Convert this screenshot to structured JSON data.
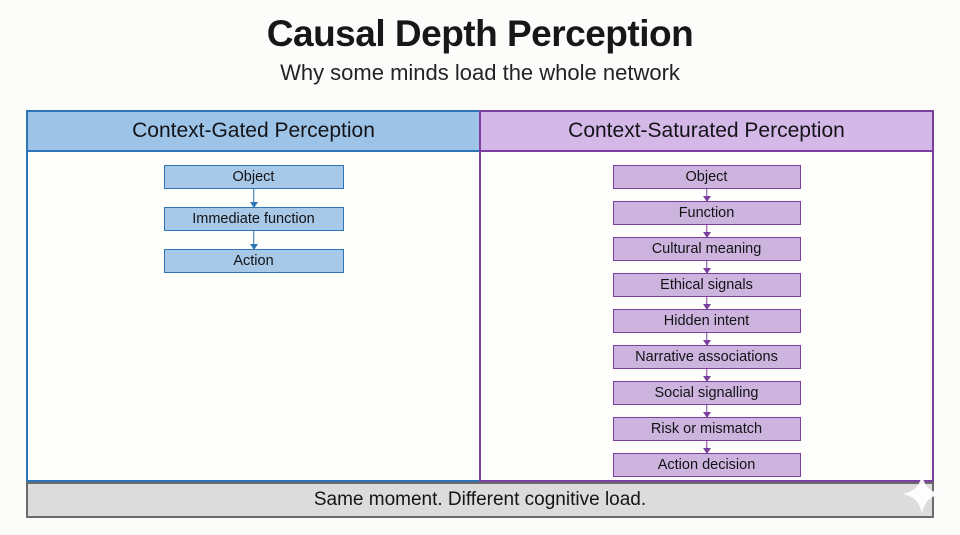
{
  "title": {
    "heading": "Causal Depth Perception",
    "subheading": "Why some minds load the whole network"
  },
  "colors": {
    "background": "#fcfcfb",
    "blue_fill": "#a8c8e8",
    "blue_header_fill": "#9dc3e6",
    "blue_border": "#2e75b6",
    "purple_fill": "#cdb4de",
    "purple_header_fill": "#d4b8e8",
    "purple_border": "#7b3fa0",
    "footer_fill": "#dcdcdc",
    "footer_border": "#6b6b6b",
    "text": "#131316"
  },
  "columns": [
    {
      "id": "gated",
      "header": "Context-Gated Perception",
      "accent": "#2e75b6",
      "steps": [
        "Object",
        "Immediate function",
        "Action"
      ]
    },
    {
      "id": "saturated",
      "header": "Context-Saturated Perception",
      "accent": "#7b3fa0",
      "steps": [
        "Object",
        "Function",
        "Cultural meaning",
        "Ethical signals",
        "Hidden intent",
        "Narrative associations",
        "Social signalling",
        "Risk or mismatch",
        "Action decision"
      ]
    }
  ],
  "footer": {
    "caption": "Same moment. Different cognitive load."
  },
  "watermark": {
    "icon": "sparkle-icon"
  }
}
